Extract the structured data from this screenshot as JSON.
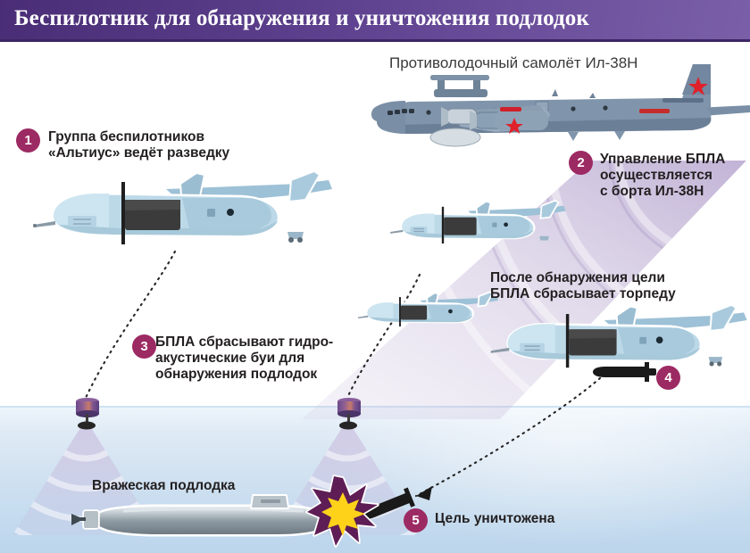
{
  "title": "Беспилотник для обнаружения и уничтожения подлодок",
  "theme": {
    "title_bar_from": "#4a2d76",
    "title_bar_to": "#7a5fa8",
    "badge_color": "#9c2a63",
    "text_color": "#231f20",
    "sea_top": "#eef6fc",
    "sea_bottom": "#bcd5ec",
    "beam_purple": "#9f86c0",
    "uav_body": "#b9d4e3",
    "uav_engine": "#3b3b3b",
    "il38_body": "#7f93a8",
    "sub_body": "#9aa5ad",
    "explosion_outer": "#5f1d55",
    "explosion_inner": "#ffd21a",
    "torpedo": "#1a1a1a",
    "buoy_top": "#7a4a8a",
    "star_red": "#e0212a"
  },
  "aircraft_caption": {
    "name": "il38n-caption",
    "text": "Противолодочный самолёт Ил-38Н"
  },
  "steps": [
    {
      "number": "1",
      "name": "step-1",
      "lines": [
        "Группа беспилотников",
        "«Альтиус» ведёт разведку"
      ]
    },
    {
      "number": "2",
      "name": "step-2",
      "lines": [
        "Управление БПЛА",
        "осуществляется",
        "с борта Ил-38Н"
      ]
    },
    {
      "number": "3",
      "name": "step-3",
      "lines": [
        "БПЛА сбрасывают гидро-",
        "акустические буи для",
        "обнаружения подлодок"
      ]
    },
    {
      "number": "4",
      "name": "step-4",
      "lines": []
    },
    {
      "number": "5",
      "name": "step-5",
      "lines": [
        "Цель уничтожена"
      ]
    }
  ],
  "annotations": {
    "torpedo_drop": {
      "name": "torpedo-drop-note",
      "lines": [
        "После обнаружения цели",
        "БПЛА сбрасывает торпеду"
      ]
    },
    "enemy_sub": {
      "name": "enemy-submarine-label",
      "text": "Вражеская подлодка"
    }
  },
  "objects": {
    "il38n": "il38n-aircraft",
    "uav_main": "altius-uav-large",
    "uav_mid": "altius-uav-mid",
    "uav_small": "altius-uav-small",
    "uav_torpedo": "altius-uav-torpedo",
    "buoy_left": "sonobuoy-left",
    "buoy_right": "sonobuoy-right",
    "submarine": "enemy-submarine",
    "explosion": "explosion-burst",
    "torpedo_dropped": "torpedo-dropped",
    "torpedo_striking": "torpedo-striking",
    "radio_beam": "control-radio-beam",
    "sonar_cone_left": "sonar-cone-left",
    "sonar_cone_right": "sonar-cone-right"
  }
}
